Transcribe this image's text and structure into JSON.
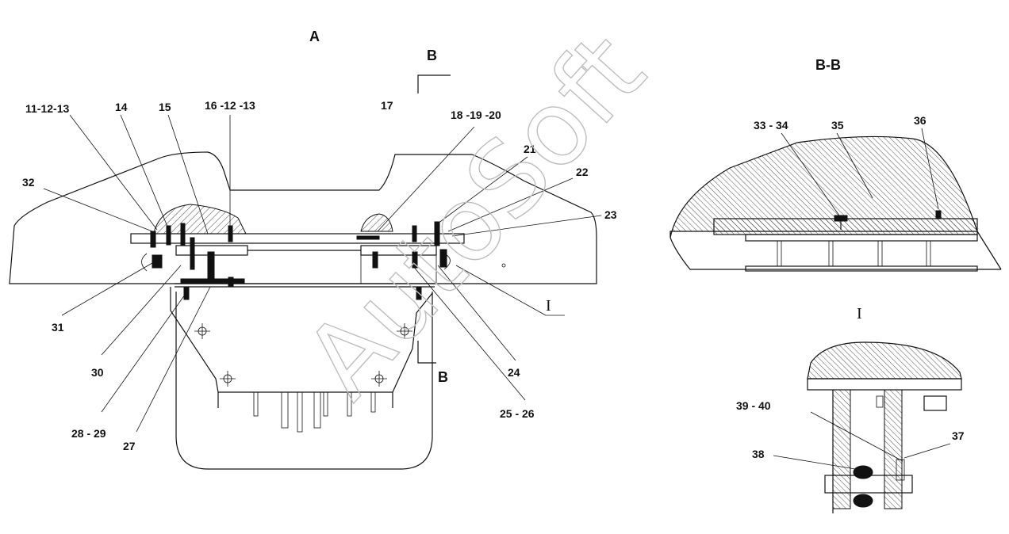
{
  "views": {
    "main_title": "A",
    "section_mark": "B",
    "section_title": "B-B",
    "detail_mark": "I",
    "detail_title": "I"
  },
  "callouts": [
    {
      "id": "c1",
      "text": "11-12-13"
    },
    {
      "id": "c2",
      "text": "14"
    },
    {
      "id": "c3",
      "text": "15"
    },
    {
      "id": "c4",
      "text": "16 -12 -13"
    },
    {
      "id": "c5",
      "text": "17"
    },
    {
      "id": "c6",
      "text": "18 -19 -20"
    },
    {
      "id": "c7",
      "text": "21"
    },
    {
      "id": "c8",
      "text": "22"
    },
    {
      "id": "c9",
      "text": "23"
    },
    {
      "id": "c10",
      "text": "32"
    },
    {
      "id": "c11",
      "text": "31"
    },
    {
      "id": "c12",
      "text": "30"
    },
    {
      "id": "c13",
      "text": "28 - 29"
    },
    {
      "id": "c14",
      "text": "27"
    },
    {
      "id": "c15",
      "text": "24"
    },
    {
      "id": "c16",
      "text": "25 - 26"
    },
    {
      "id": "c17",
      "text": "33 - 34"
    },
    {
      "id": "c18",
      "text": "35"
    },
    {
      "id": "c19",
      "text": "36"
    },
    {
      "id": "c20",
      "text": "39 - 40"
    },
    {
      "id": "c21",
      "text": "37"
    },
    {
      "id": "c22",
      "text": "38"
    }
  ],
  "watermark": "AutoSoft"
}
